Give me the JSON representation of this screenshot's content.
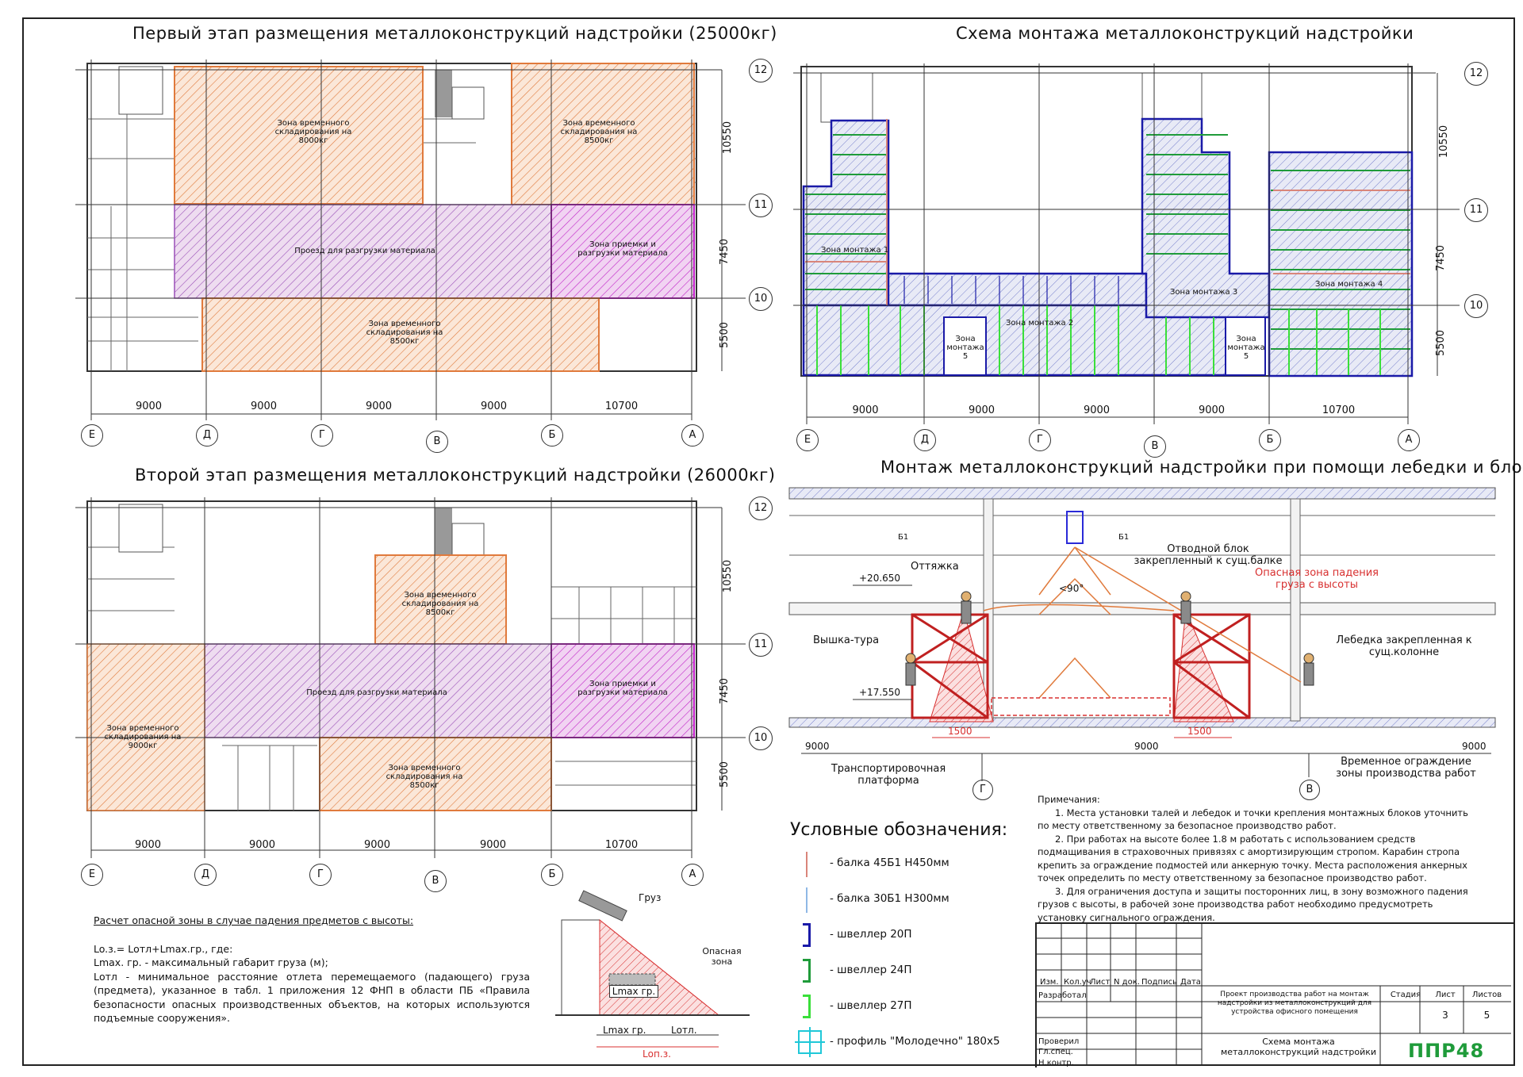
{
  "titles": {
    "plan1": "Первый этап размещения металлоконструкций надстройки (25000кг)",
    "plan2": "Второй этап размещения металлоконструкций надстройки (26000кг)",
    "scheme": "Схема монтажа металлоконструкций надстройки",
    "section": "Монтаж металлоконструкций надстройки при помощи лебедки и блока"
  },
  "axes": {
    "rows": [
      "12",
      "11",
      "10"
    ],
    "cols": [
      "Е",
      "Д",
      "Г",
      "В",
      "Б",
      "А"
    ],
    "spans_x": [
      "9000",
      "9000",
      "9000",
      "9000",
      "10700"
    ],
    "spans_y": [
      "10550",
      "7450",
      "5500"
    ]
  },
  "plan1": {
    "zones": [
      "Зона временного складирования на 8000кг",
      "Зона временного складирования на 8500кг",
      "Проезд для разгрузки материала",
      "Зона приемки и разгрузки материала",
      "Зона временного складирования на 8500кг"
    ]
  },
  "plan2": {
    "zones": [
      "Зона временного складирования на 8500кг",
      "Проезд для разгрузки материала",
      "Зона приемки и разгрузки материала",
      "Зона временного складирования на 9000кг",
      "Зона временного складирования на 8500кг"
    ]
  },
  "scheme": {
    "zones": [
      "Зона монтажа 1",
      "Зона монтажа 2",
      "Зона монтажа 3",
      "Зона монтажа 4",
      "Зона монтажа 5",
      "Зона монтажа 5"
    ]
  },
  "section": {
    "labels": {
      "block": "Отводной блок закрепленный к сущ.балке",
      "danger": "Опасная зона падения груза с высоты",
      "guy": "Оттяжка",
      "tower": "Вышка-тура",
      "winch": "Лебедка закрепленная к сущ.колонне",
      "fence": "Временное ограждение зоны производства работ",
      "platform": "Транспортировочная платформа",
      "elev_top": "+20.650",
      "elev_bottom": "+17.550",
      "angle": "<90°",
      "beam": "Б1",
      "zone_w": "1500",
      "span": "9000",
      "axis_g": "Г",
      "axis_v": "В"
    }
  },
  "legend": {
    "title": "Условные обозначения:",
    "items": [
      {
        "label": "- балка 45Б1 Н450мм",
        "color": "#d9857a"
      },
      {
        "label": "- балка 30Б1 Н300мм",
        "color": "#8fb8e6"
      },
      {
        "label": "- швеллер 20П",
        "color": "#1a1aa8"
      },
      {
        "label": "- швеллер 24П",
        "color": "#1f9b3a"
      },
      {
        "label": "- швеллер 27П",
        "color": "#3adf3a"
      },
      {
        "label": "- профиль \"Молодечно\" 180х5",
        "color": "#20c8d8"
      }
    ]
  },
  "notes": {
    "head": "Примечания:",
    "items": [
      "1. Места установки талей и лебедок и точки крепления монтажных блоков уточнить по месту ответственному за безопасное производство работ.",
      "2. При работах на высоте более 1.8 м работать с использованием средств подмащивания в страховочных привязях с амортизирующим стропом. Карабин стропа крепить за ограждение подмостей или анкерную точку. Места расположения анкерных точек определить по месту ответственному за безопасное производство работ.",
      "3. Для ограничения доступа и защиты посторонних лиц, в зону возможного падения грузов с высоты, в рабочей зоне производства работ необходимо предусмотреть установку сигнального ограждения."
    ]
  },
  "calc": {
    "head": "Расчет опасной зоны в случае падения предметов с высоты:",
    "formula": "Lo.з.= Lотл+Lmax.гр., где:",
    "line1": "Lmax. гр. - максимальный габарит груза (м);",
    "line2": "Lотл - минимальное расстояние отлета перемещаемого (падающего) груза (предмета), указанное в табл. 1 приложения 12 ФНП в области ПБ «Правила безопасности опасных производственных объектов, на которых используются подъемные сооружения».",
    "fig_cargo": "Груз",
    "fig_zone": "Опасная зона",
    "fig_lmax": "Lmax гр.",
    "fig_lmax2": "Lmax гр.",
    "fig_lotl": "Lотл.",
    "fig_loz": "Lоп.з."
  },
  "stamp": {
    "cols": [
      "Изм.",
      "Кол.уч",
      "Лист",
      "N док.",
      "Подпись",
      "Дата"
    ],
    "roles": [
      "Разработал",
      "Проверил",
      "Гл.спец.",
      "Н.контр."
    ],
    "project": "Проект производства работ на монтаж надстройки из металлоконструкций для устройства офисного помещения",
    "sheet_title": "Схема монтажа металлоконструкций надстройки",
    "stage_label": "Стадия",
    "list_label": "Лист",
    "lists_label": "Листов",
    "list": "3",
    "lists": "5",
    "logo": "ППР48"
  }
}
